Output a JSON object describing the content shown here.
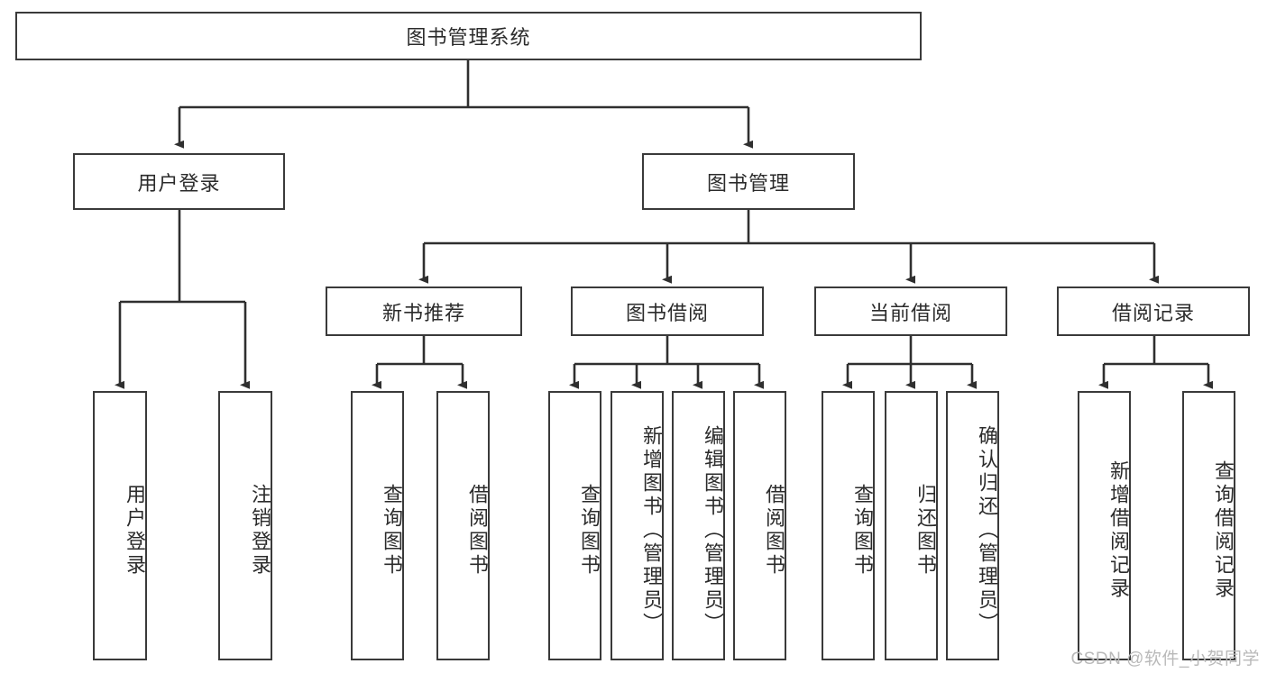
{
  "diagram": {
    "title": "图书管理系统",
    "type": "hierarchy-tree",
    "levels": 3,
    "root": {
      "id": "root",
      "label": "图书管理系统"
    },
    "level2": [
      {
        "id": "user-login",
        "label": "用户登录"
      },
      {
        "id": "book-manage",
        "label": "图书管理"
      }
    ],
    "level3": [
      {
        "id": "new-book-recommend",
        "label": "新书推荐",
        "parent": "book-manage"
      },
      {
        "id": "book-borrow",
        "label": "图书借阅",
        "parent": "book-manage"
      },
      {
        "id": "current-borrow",
        "label": "当前借阅",
        "parent": "book-manage"
      },
      {
        "id": "borrow-record",
        "label": "借阅记录",
        "parent": "book-manage"
      }
    ],
    "leaves": [
      {
        "id": "leaf-user-login",
        "label": "用户登录",
        "parent": "user-login"
      },
      {
        "id": "leaf-logout",
        "label": "注销登录",
        "parent": "user-login"
      },
      {
        "id": "leaf-query-book-1",
        "label": "查询图书",
        "parent": "new-book-recommend"
      },
      {
        "id": "leaf-borrow-book-1",
        "label": "借阅图书",
        "parent": "new-book-recommend"
      },
      {
        "id": "leaf-query-book-2",
        "label": "查询图书",
        "parent": "book-borrow"
      },
      {
        "id": "leaf-add-book",
        "label": "新增图书（管理员）",
        "parent": "book-borrow"
      },
      {
        "id": "leaf-edit-book",
        "label": "编辑图书（管理员）",
        "parent": "book-borrow"
      },
      {
        "id": "leaf-borrow-book-2",
        "label": "借阅图书",
        "parent": "book-borrow"
      },
      {
        "id": "leaf-query-book-3",
        "label": "查询图书",
        "parent": "current-borrow"
      },
      {
        "id": "leaf-return-book",
        "label": "归还图书",
        "parent": "current-borrow"
      },
      {
        "id": "leaf-confirm-return",
        "label": "确认归还（管理员）",
        "parent": "current-borrow"
      },
      {
        "id": "leaf-add-record",
        "label": "新增借阅记录",
        "parent": "borrow-record"
      },
      {
        "id": "leaf-query-record",
        "label": "查询借阅记录",
        "parent": "borrow-record"
      }
    ],
    "watermark": "CSDN @软件_小贺同学",
    "colors": {
      "stroke": "#3a3a3a",
      "fill": "#ffffff",
      "text": "#2b2b2b",
      "watermark": "#b9b9b9"
    }
  }
}
